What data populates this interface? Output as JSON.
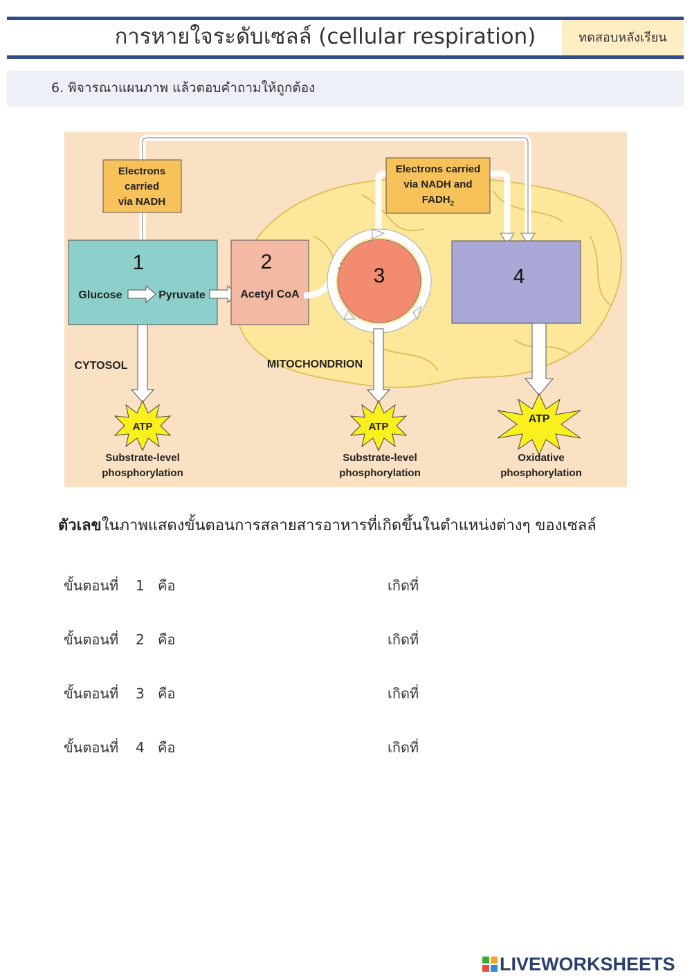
{
  "header": {
    "title": "การหายใจระดับเซลล์ (cellular respiration)",
    "badge": "ทดสอบหลังเรียน"
  },
  "question": {
    "text": "6. พิจารณาแผนภาพ แล้วตอบคำถามให้ถูกต้อง"
  },
  "diagram": {
    "electrons_nadh": [
      "Electrons",
      "carried",
      "via NADH"
    ],
    "electrons_nadh_fadh": [
      "Electrons carried",
      "via NADH and",
      "FADH",
      "2"
    ],
    "step_numbers": [
      "1",
      "2",
      "3",
      "4"
    ],
    "glucose": "Glucose",
    "pyruvate": "Pyruvate",
    "acetyl_coa": "Acetyl CoA",
    "cytosol": "CYTOSOL",
    "mitochondrion": "MITOCHONDRION",
    "atp": "ATP",
    "substrate_level": [
      "Substrate-level",
      "phosphorylation"
    ],
    "oxidative": [
      "Oxidative",
      "phosphorylation"
    ],
    "colors": {
      "background": "#fbe1c3",
      "mitochondrion": "#fce79a",
      "box1": "#8dcfcb",
      "box2": "#f3b9a3",
      "circle3": "#f28b6f",
      "box4": "#a9a8d6",
      "electron_box": "#f7c25a",
      "atp_star": "#f9f01e"
    }
  },
  "description": {
    "bold": "ตัวเลข",
    "rest": "ในภาพแสดงขั้นตอนการสลายสารอาหารที่เกิดขึ้นในตำแหน่งต่างๆ ของเซลล์"
  },
  "steps": [
    {
      "label": "ขั้นตอนที่",
      "number": "1",
      "is": "คือ",
      "at": "เกิดที่"
    },
    {
      "label": "ขั้นตอนที่",
      "number": "2",
      "is": "คือ",
      "at": "เกิดที่"
    },
    {
      "label": "ขั้นตอนที่",
      "number": "3",
      "is": "คือ",
      "at": "เกิดที่"
    },
    {
      "label": "ขั้นตอนที่",
      "number": "4",
      "is": "คือ",
      "at": "เกิดที่"
    }
  ],
  "footer": {
    "logo_text": "LIVEWORKSHEETS"
  }
}
